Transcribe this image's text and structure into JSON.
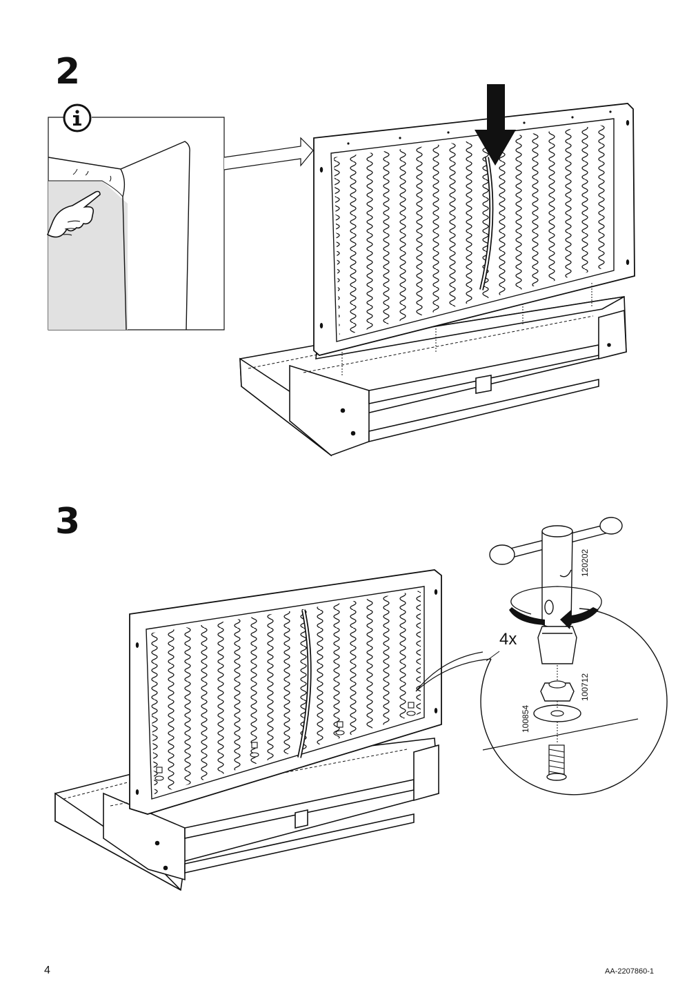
{
  "step2": {
    "number": "2"
  },
  "step3": {
    "number": "3",
    "quantity": "4x",
    "parts": {
      "tool": "120202",
      "nut": "100712",
      "washer": "100854"
    }
  },
  "footer": {
    "page_number": "4",
    "doc_id": "AA-2207860-1"
  },
  "icons": [
    "info-icon",
    "pointing-hand-icon",
    "down-arrow-icon",
    "rotate-arrow-icon"
  ]
}
